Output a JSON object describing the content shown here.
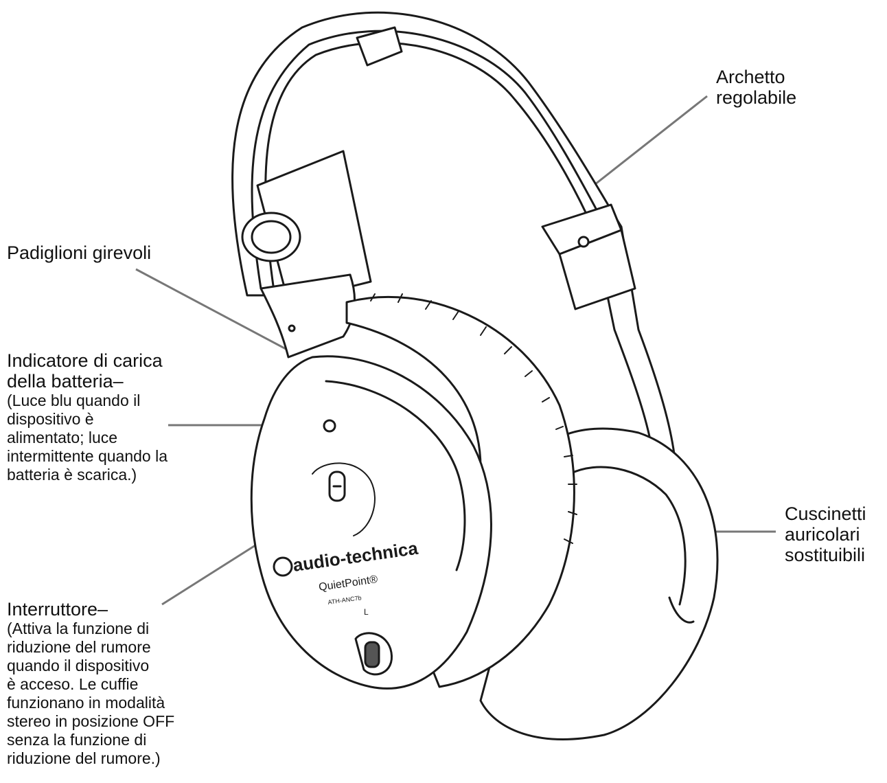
{
  "labels": {
    "headband": {
      "title": [
        "Archetto",
        "regolabile"
      ]
    },
    "swivel": {
      "title": [
        "Padiglioni girevoli"
      ]
    },
    "battery": {
      "title": [
        "Indicatore di carica",
        "della batteria–"
      ],
      "desc": [
        "(Luce blu quando il",
        "dispositivo è",
        "alimentato; luce",
        "intermittente quando la",
        "batteria è scarica.)"
      ]
    },
    "switch": {
      "title": [
        "Interruttore–"
      ],
      "desc": [
        "(Attiva la funzione di",
        "riduzione del rumore",
        "quando il dispositivo",
        "è acceso. Le cuffie",
        "funzionano in modalità",
        "stereo in posizione OFF",
        "senza la funzione di",
        "riduzione del rumore.)"
      ]
    },
    "cushion": {
      "title": [
        "Cuscinetti",
        "auricolari",
        "sostituibili"
      ]
    }
  },
  "product": {
    "brand": "audio-technica",
    "model": "QuietPoint®",
    "code": "ATH-ANC7b",
    "side": "L"
  },
  "colors": {
    "line": "#1a1a1a",
    "leader": "#777777",
    "fill": "#ffffff"
  }
}
